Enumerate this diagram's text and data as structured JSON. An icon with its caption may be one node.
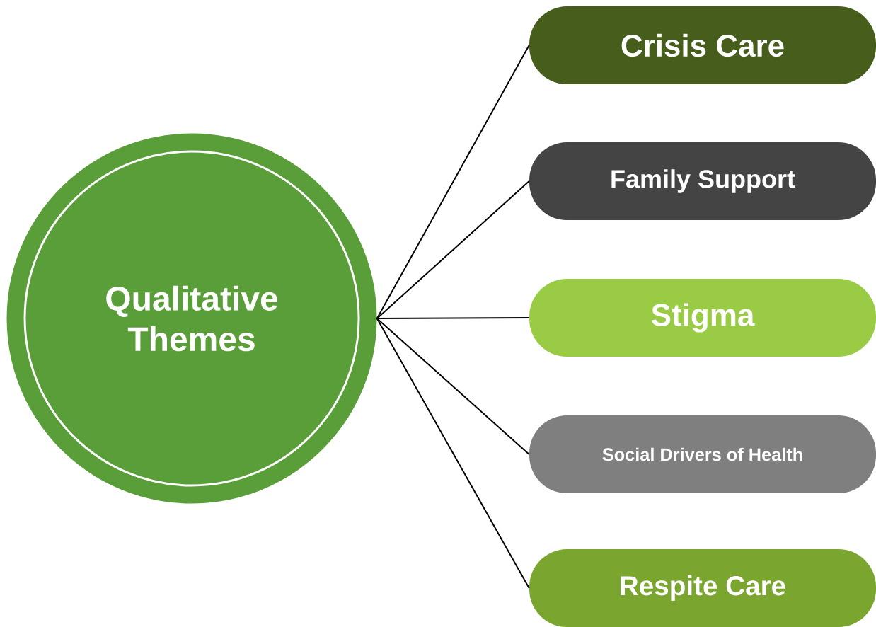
{
  "diagram": {
    "nodes": [
      {
        "text": [
          "Qualitative Themes"
        ]
      },
      {
        "text": [
          "Crisis Care"
        ]
      },
      {
        "text": [
          "Family Support"
        ]
      },
      {
        "text": [
          "Stigma"
        ]
      },
      {
        "text": [
          "Social Drivers of Health"
        ]
      },
      {
        "text": [
          "Respite Care"
        ]
      }
    ],
    "edges": [
      {
        "from": 0,
        "to": 1,
        "arrow": "none"
      },
      {
        "from": 0,
        "to": 2,
        "arrow": "none"
      },
      {
        "from": 0,
        "to": 3,
        "arrow": "none"
      },
      {
        "from": 0,
        "to": 4,
        "arrow": "none"
      },
      {
        "from": 0,
        "to": 5,
        "arrow": "none"
      }
    ]
  }
}
